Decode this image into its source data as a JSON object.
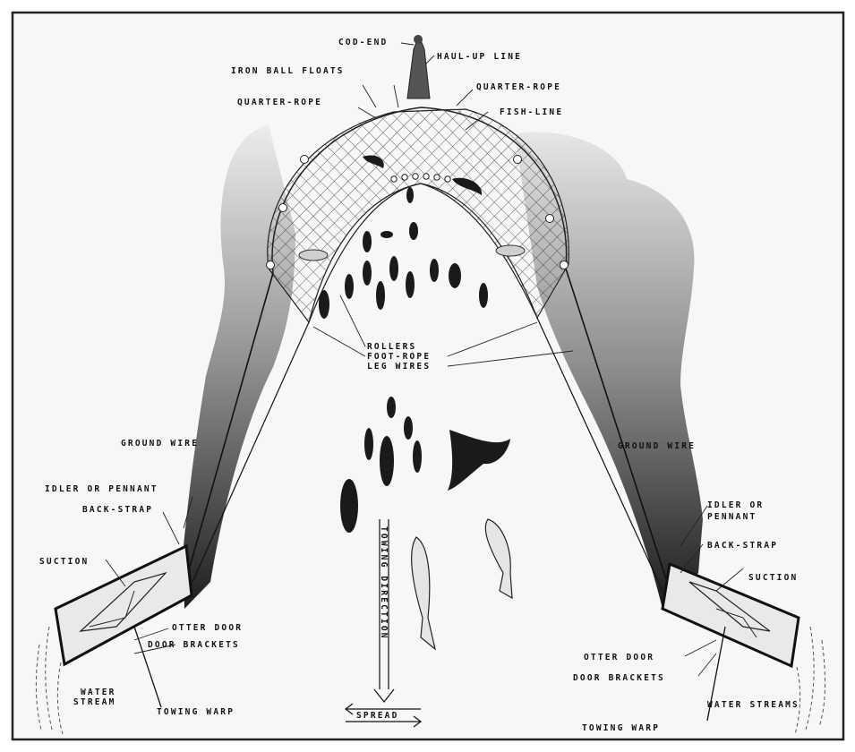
{
  "labels": {
    "cod_end": "COD-END",
    "haul_up_line": "HAUL-UP LINE",
    "iron_ball_floats": "IRON BALL FLOATS",
    "quarter_rope_left": "QUARTER-ROPE",
    "quarter_rope_right": "QUARTER-ROPE",
    "fish_line": "FISH-LINE",
    "rollers": "ROLLERS",
    "foot_rope": "FOOT-ROPE",
    "leg_wires": "LEG WIRES",
    "ground_wire_left": "GROUND WIRE",
    "ground_wire_right": "GROUND WIRE",
    "idler_left": "IDLER OR PENNANT",
    "idler_right_1": "IDLER OR",
    "idler_right_2": "PENNANT",
    "back_strap_left": "BACK-STRAP",
    "back_strap_right": "BACK-STRAP",
    "suction_left": "SUCTION",
    "suction_right": "SUCTION",
    "otter_door_left": "OTTER DOOR",
    "otter_door_right": "OTTER DOOR",
    "door_brackets_left": "DOOR BRACKETS",
    "door_brackets_right": "DOOR BRACKETS",
    "water_stream_left_1": "WATER",
    "water_stream_left_2": "STREAM",
    "water_streams_right": "WATER STREAMS",
    "towing_warp_left": "TOWING WARP",
    "towing_warp_right": "TOWING WARP",
    "towing_direction": "TOWING DIRECTION",
    "spread": "SPREAD"
  },
  "colors": {
    "paper": "#f7f7f5",
    "ink": "#111111",
    "water_dark": "#2a2a2a",
    "water_light": "#d8d8d8"
  }
}
